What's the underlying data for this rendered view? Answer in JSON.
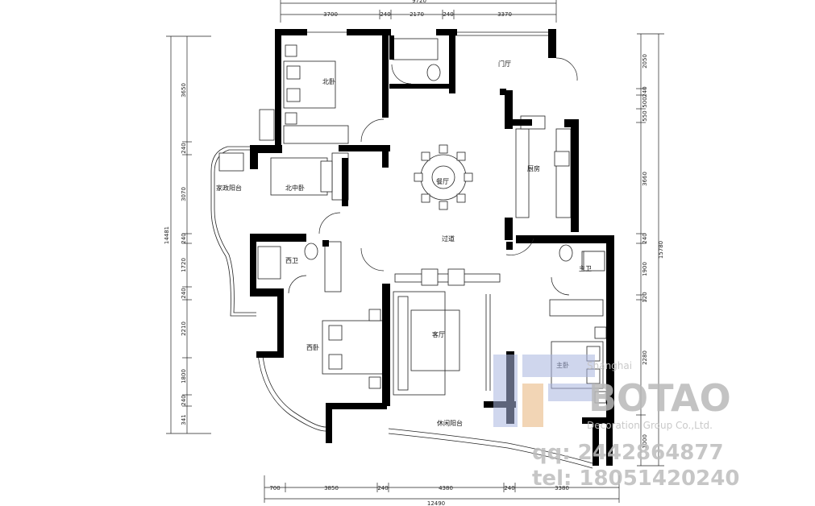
{
  "rooms": {
    "north_bedroom": "北卧",
    "foyer": "门厅",
    "north_middle_bedroom": "北中卧",
    "dining": "餐厅",
    "kitchen": "厨房",
    "utility_balcony": "家政阳台",
    "corridor": "过道",
    "west_bath": "西卫",
    "master_bath": "主卫",
    "living": "客厅",
    "west_bedroom": "西卧",
    "master_bedroom": "主卧",
    "leisure_balcony": "休闲阳台"
  },
  "dimensions": {
    "top_total": "9720",
    "top": [
      "3700",
      "240",
      "2170",
      "240",
      "3370"
    ],
    "bottom": [
      "700",
      "3850",
      "240",
      "4380",
      "240",
      "3380"
    ],
    "bottom_total": "12490",
    "left_total": "14481",
    "left": [
      "3650",
      "240",
      "3070",
      "240",
      "1720",
      "240",
      "2210",
      "1800",
      "240",
      "341"
    ],
    "right_total": "15780",
    "right": [
      "2050",
      "240",
      "500",
      "550",
      "3660",
      "240",
      "1900",
      "120",
      "2280",
      "1000"
    ]
  },
  "watermark": {
    "city": "Shanghai",
    "brand": "BOTAO",
    "company": "Decoration Group Co.,Ltd.",
    "qq": "qq: 2442864877",
    "tel": "tel: 18051420240"
  },
  "colors": {
    "wall": "#000000",
    "line": "#222222",
    "watermark_blue": "#a9b6e0",
    "watermark_orange": "#e8b47a"
  }
}
